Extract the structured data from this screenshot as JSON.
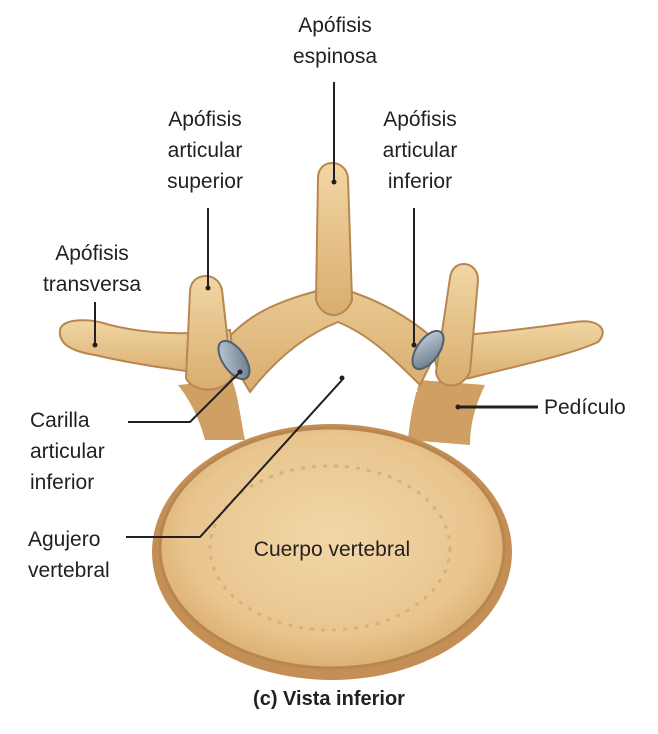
{
  "labels": {
    "apofisis_espinosa": [
      "Apófisis",
      "espinosa"
    ],
    "apofisis_articular_superior": [
      "Apófisis",
      "articular",
      "superior"
    ],
    "apofisis_articular_inferior": [
      "Apófisis",
      "articular",
      "inferior"
    ],
    "apofisis_transversa": [
      "Apófisis",
      "transversa"
    ],
    "carilla_articular_inferior": [
      "Carilla",
      "articular",
      "inferior"
    ],
    "agujero_vertebral": [
      "Agujero",
      "vertebral"
    ],
    "pediculo": "Pedículo",
    "cuerpo_vertebral": "Cuerpo vertebral"
  },
  "caption": "(c) Vista inferior",
  "colors": {
    "bone": "#e8c48c",
    "bone_light": "#f3dcae",
    "bone_shadow": "#b88a52",
    "body_rim": "#c8955a",
    "facet": "#8fa0b0",
    "line": "#231f20"
  }
}
